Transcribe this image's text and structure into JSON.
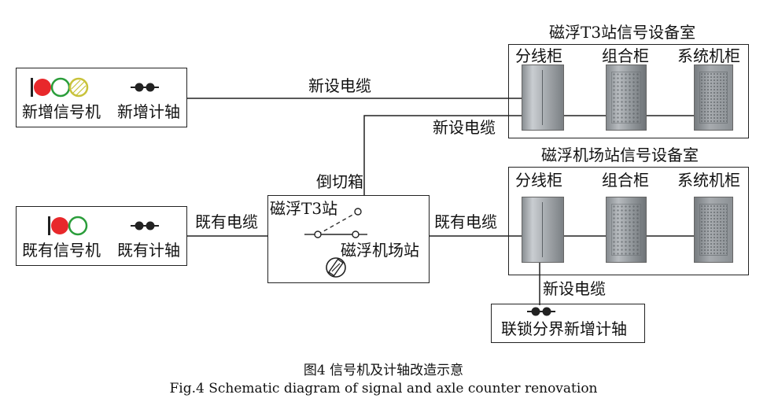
{
  "top_room": {
    "title": "磁浮T3站信号设备室",
    "cabinets": [
      "分线柜",
      "组合柜",
      "系统机柜"
    ]
  },
  "bottom_room": {
    "title": "磁浮机场站信号设备室",
    "cabinets": [
      "分线柜",
      "组合柜",
      "系统机柜"
    ]
  },
  "new_equipment": {
    "signal_label": "新增信号机",
    "axle_label": "新增计轴"
  },
  "existing_equipment": {
    "signal_label": "既有信号机",
    "axle_label": "既有计轴"
  },
  "cables": {
    "new_cable_top": "新设电缆",
    "new_cable_mid": "新设电缆",
    "existing_cable_left": "既有电缆",
    "existing_cable_right": "既有电缆",
    "new_cable_bottom": "新设电缆"
  },
  "switch_box": {
    "title": "倒切箱",
    "pos_t3": "磁浮T3站",
    "pos_airport": "磁浮机场站"
  },
  "interlock_axle": "联锁分界新增计轴",
  "caption": {
    "cn": "图4 信号机及计轴改造示意",
    "en": "Fig.4 Schematic diagram of signal and axle counter renovation"
  },
  "colors": {
    "red": "#e8282b",
    "green": "#2a9d3a",
    "yellow": "#e8e23a",
    "line": "#222222"
  }
}
